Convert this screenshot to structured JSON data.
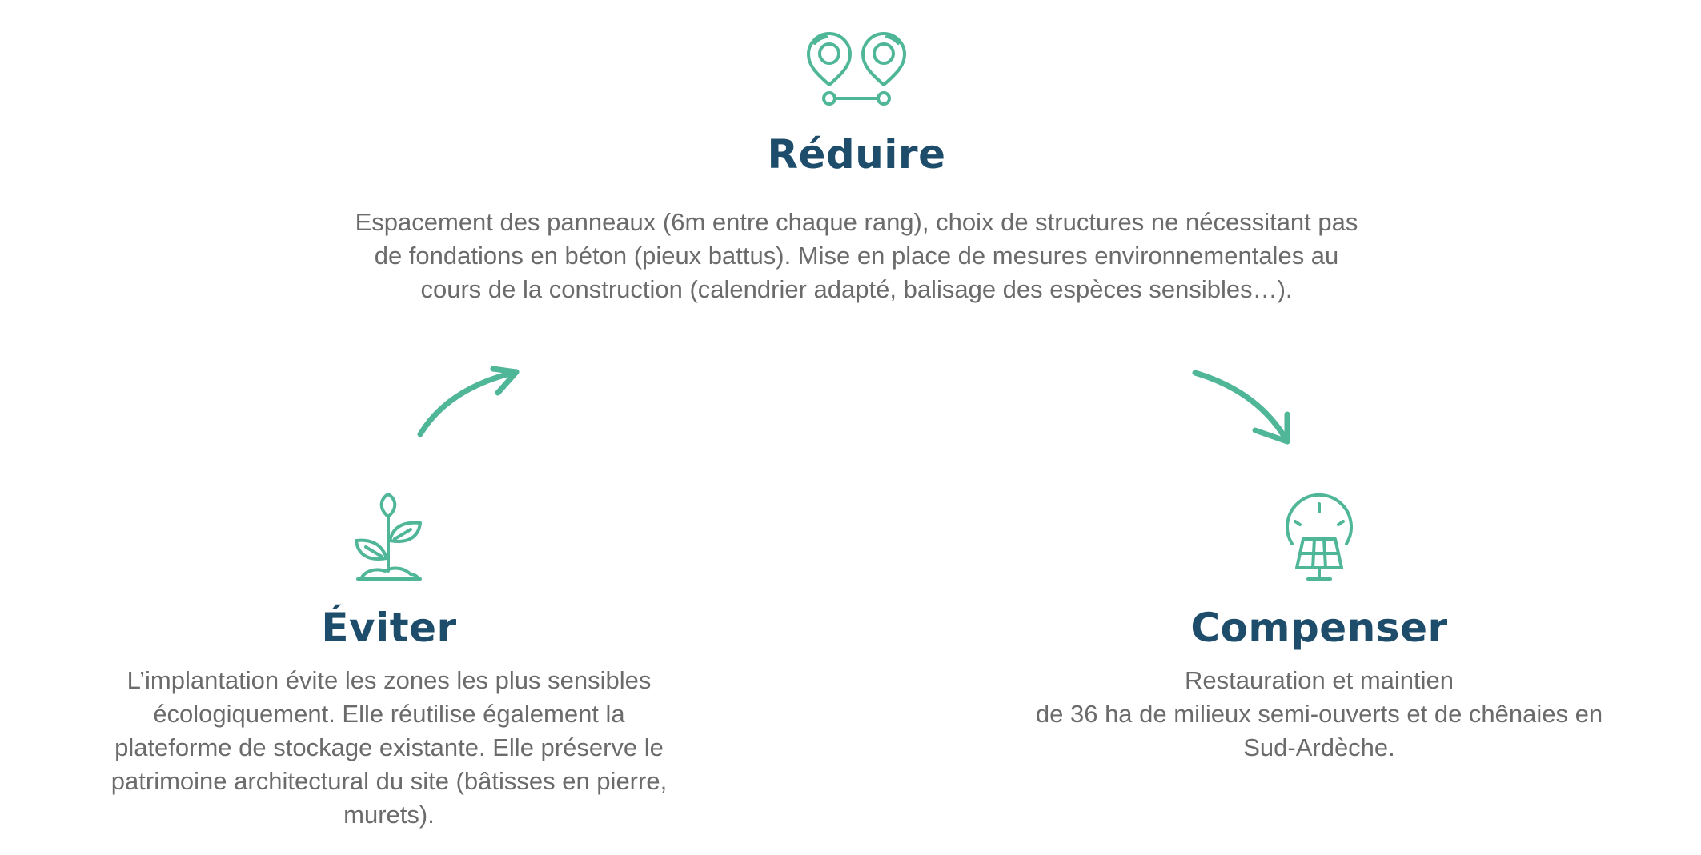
{
  "reduire": {
    "icon": "location-pins-icon",
    "title": "Réduire",
    "text": "Espacement des panneaux (6m entre chaque rang), choix de structures ne nécessitant pas\nde fondations en béton (pieux battus). Mise en place de mesures environnementales au\ncours de la construction (calendrier adapté, balisage des espèces sensibles…)."
  },
  "eviter": {
    "icon": "plant-sprout-icon",
    "title": "Éviter",
    "text": "L’implantation évite les zones les plus sensibles\nécologiquement. Elle réutilise également la\nplateforme de stockage existante. Elle préserve le\npatrimoine architectural du site (bâtisses en pierre,\nmurets)."
  },
  "compenser": {
    "icon": "solar-panel-icon",
    "title": "Compenser",
    "text": "Restauration et maintien\nde 36 ha de milieux semi-ouverts et de chênaies en\nSud-Ardèche."
  },
  "colors": {
    "accent": "#4fb697",
    "title": "#1e4d6b",
    "text": "#6b6b6b"
  }
}
